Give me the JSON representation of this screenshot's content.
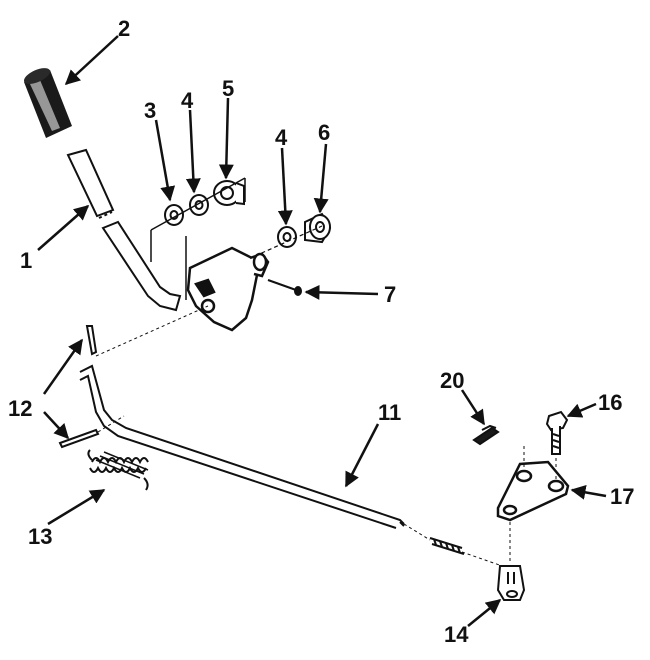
{
  "diagram": {
    "callouts": {
      "n1": "1",
      "n2": "2",
      "n3": "3",
      "n4a": "4",
      "n5": "5",
      "n4b": "4",
      "n6": "6",
      "n7": "7",
      "n11": "11",
      "n12": "12",
      "n13": "13",
      "n14": "14",
      "n16": "16",
      "n17": "17",
      "n20": "20"
    }
  }
}
